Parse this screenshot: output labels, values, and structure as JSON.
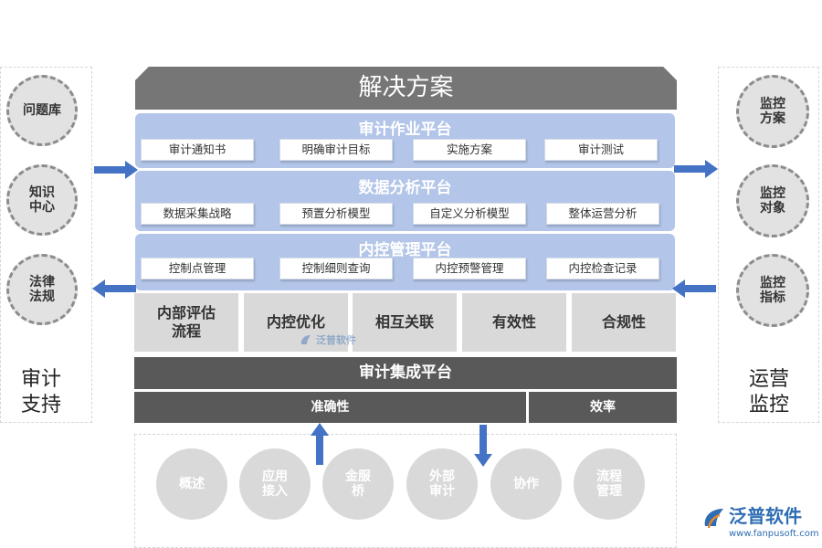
{
  "left_panel": {
    "items": [
      "问题库",
      "知识\n中心",
      "法律\n法规"
    ],
    "title": "审计\n支持"
  },
  "right_panel": {
    "items": [
      "监控\n方案",
      "监控\n对象",
      "监控\n指标"
    ],
    "title": "运营\n监控"
  },
  "header": {
    "title": "解决方案"
  },
  "platforms": [
    {
      "title": "审计作业平台",
      "buttons": [
        "审计通知书",
        "明确审计目标",
        "实施方案",
        "审计测试"
      ]
    },
    {
      "title": "数据分析平台",
      "buttons": [
        "数据采集战略",
        "预置分析模型",
        "自定义分析模型",
        "整体运营分析"
      ]
    },
    {
      "title": "内控管理平台",
      "buttons": [
        "控制点管理",
        "控制细则查询",
        "内控预警管理",
        "内控检查记录"
      ]
    }
  ],
  "features": [
    "内部评估\n流程",
    "内控优化",
    "相互关联",
    "有效性",
    "合规性"
  ],
  "integration": {
    "title": "审计集成平台",
    "accuracy": "准确性",
    "efficiency": "效率"
  },
  "bottom": {
    "items": [
      "概述",
      "应用\n接入",
      "金服\n桥",
      "外部\n审计",
      "协作",
      "流程\n管理"
    ]
  },
  "watermark": "泛普软件",
  "logo": {
    "name": "泛普软件",
    "url": "www.fanpusoft.com"
  },
  "colors": {
    "platform": "#b3c5e8",
    "arrow": "#4472c4",
    "header": "#767676",
    "dark": "#595959"
  }
}
